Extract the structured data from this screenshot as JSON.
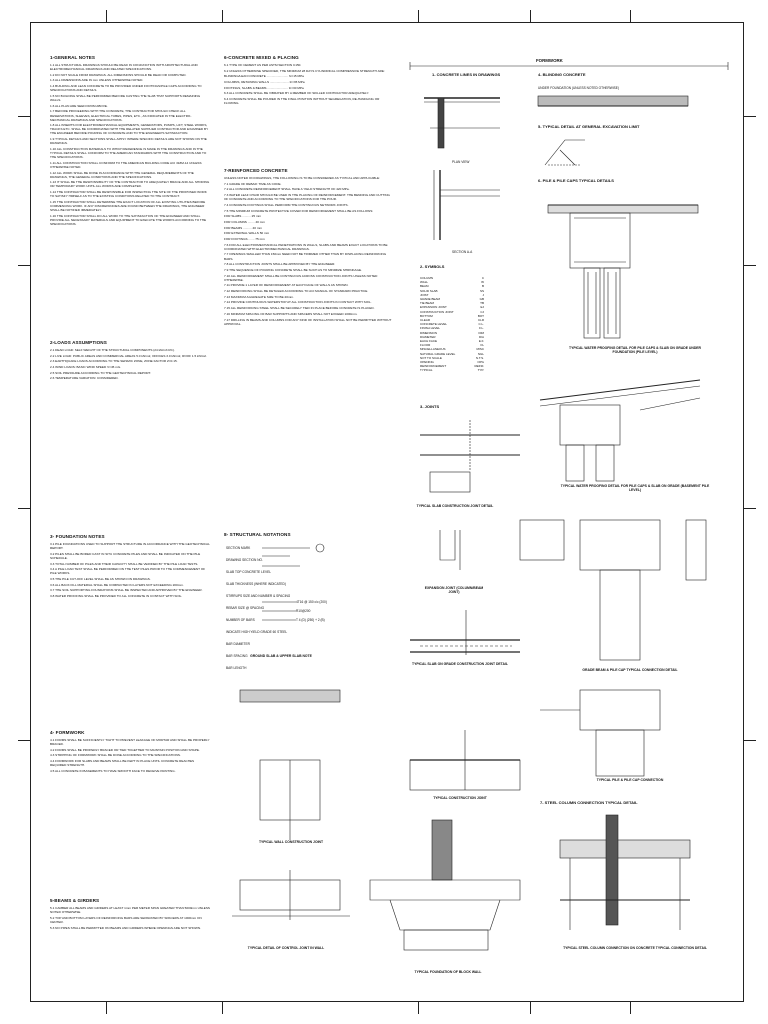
{
  "s1": {
    "title": "1-GENERAL NOTES",
    "lines": [
      "1.1 ALL STRUCTURAL DRAWINGS SHOULD BE READ IN CONJUNCTION WITH ARCHITECTURAL AND ELECTROMECHANICAL DRAWINGS AND RELATED SPECIFICATIONS.",
      "1.2 DO NOT SCALE FROM DRAWINGS. ALL DIMENSIONS SHOULD BE READ OR COMPUTED.",
      "1.3 ALL DIMENSIONS ARE IN mm UNLESS OTHERWISE NOTED.",
      "1.4 BUILDING AND LEAN CONCRETE TO BE PROVIDED UNDER FOOTINGS/PILE CAPS ACCORDING TO SPECIFICATIONS AND DETAILS.",
      "1.5 NO BUILDING SHALL BE PERFORMED BEFORE CASTING THE SLAB THAT SUPPORTS REMAINING WALLS.",
      "1.6 ALL PLAN ARE SEEN FROM ABOVE.",
      "1.7 BEFORE PROCEEDING WITH THE CONCRETE, THE CONTRACTOR SHOULD CHECK ALL RESERVATIONS, SLEEVES, ELECTRICAL TUBES, PIPES, ETC., AS INDICATED IN THE ELECTRO-MECHANICAL DRAWINGS AND SPECIFICATIONS.",
      "1.8 ALL INSERTS FOR ELECTROMECHANICAL EQUIPMENTS, GENERATORS, PUMPS, LIFT, STEEL WORKS, TRACKS ETC. SHALL BE COORDINATED WITH THE RELATED SUPPLIER CONTRACTOR AND EXAMINED BY THE ENGINEER BEFORE POURING OF CONCRETE AND TO THE ENGINEER'S SATISFACTION.",
      "1.9 TYPICAL DETAILS AND SECTIONS SHALL APPLY WHERE SPECIFIC DETAILS ARE NOT SHOWN ON THE DRAWINGS.",
      "1.10 ALL CONSTRUCTION MATERIALS TO WHICH REFERENCE IS MADE IN THE DRAWINGS AND IN THE TYPICAL DETAILS SHALL CONFORM TO THE AMERICAN STANDARDS WITH THE CONSTRUCTION AND TO THE SPECIFICATIONS.",
      "1.11 ALL CONSTRUCTION SHALL CONFORM TO THE AMERICAN BUILDING CODE ACI 318M-14 UNLESS OTHERWISE NOTED.",
      "1.12 ALL WORK SHALL BE DONE IN ACCORDANCE WITH THE GENERAL REQUIREMENTS OF THE DRAWINGS, THE GENERAL CONDITIONS AND THE SPECIFICATIONS.",
      "1.13 IT SHALL BE THE RESPONSIBILITY OF THE CONTRACTOR TO ADEQUATELY BRACE AND ALL SHORING OR TEMPORARY WORK UNTIL ALL WORKS ARE COMPLETED.",
      "1.14 THE CONTRACTOR SHALL BE RESPONSIBLE FOR INSPECTING THE SITE OF THE PROPOSED WORK TO SATISFY HIMSELF AS TO THE EXISTING CONDITIONS RELATED TO THE CONTRACT.",
      "1.15 THE CONTRACTOR SHALL DETERMINE THE EXACT LOCATION OF ALL EXISTING UTILITIES BEFORE COMMENCING WORK. IF ANY DISCREPANCIES ARE FOUND BETWEEN THE DRAWINGS, THE ENGINEER SHALL BE NOTIFIED IMMEDIATELY.",
      "1.16 THE CONTRACTOR SHALL DO ALL WORK TO THE SATISFACTION OF THE ENGINEER AND SHALL PROVIDE ALL NECESSARY MATERIALS AND EQUIPMENT TO EXECUTE THE WORKS ACCORDING TO THE SPECIFICATIONS."
    ]
  },
  "s2": {
    "title": "2-LOADS ASSUMPTIONS",
    "lines": [
      "2.1 DEAD LOAD: SELF WEIGHT OF THE STRUCTURAL COMPONENTS (24 kN/m3 RC).",
      "2.2 LIVE LOAD: PUBLIC AREAS AND COMMERCIAL AREAS 5.0 kN/m2, OFFICES 3.0 kN/m2, ROOF 1.5 kN/m2.",
      "2.3 EARTHQUAKE LOADS ACCORDING TO THE SEISMIC ZONE, ZONE FACTOR Z=0.15.",
      "2.4 WIND LOADS: BASIC WIND SPEED V=45 m/s.",
      "2.5 SOIL PRESSURE ACCORDING TO THE GEOTECHNICAL REPORT.",
      "2.6 TEMPERATURE VARIATION: CONSIDERED."
    ]
  },
  "s3": {
    "title": "3- FOUNDATION NOTES",
    "lines": [
      "3.1 PILE FOUNDATIONS USED TO SUPPORT THE STRUCTURE IN ACCORDANCE WITH THE GEOTECHNICAL REPORT.",
      "3.2 PILES SHALL BE BORED CAST IN SITU CONCRETE PILES AND SHALL BE INDICATED ON THE PILE SCHEDULE.",
      "3.3 TOTAL NUMBER OF PILES AND THEIR CAPACITY SHALL BE VERIFIED BY THE PILE LOAD TESTS.",
      "3.4 A PILE LOAD TEST SHALL BE PERFORMED ON THE TEST PILES PRIOR TO THE COMMENCEMENT OF PILE WORKS.",
      "3.5 THE PILE CUT-OFF LEVEL SHALL BE AS SHOWN ON DRAWINGS.",
      "3.6 ALL BACK FILL MATERIAL SHALL BE COMPACTED IN LAYERS NOT EXCEEDING 200mm.",
      "3.7 THE SOIL SUPPORTING FOUNDATIONS SHALL BE INSPECTED AND APPROVED BY THE ENGINEER.",
      "3.8 WATER PROOFING SHALL BE PROVIDED TO ALL CONCRETE IN CONTACT WITH SOIL."
    ]
  },
  "s4": {
    "title": "4- FORMWORK",
    "lines": [
      "4.1 FORMS SHALL BE SUFFICIENTLY TIGHT TO PREVENT LEAKAGE OF MORTAR AND SHALL BE PROPERLY BRACED.",
      "4.2 FORMS SHALL BE PROPERLY BRACED OR TIED TOGETHER TO MAINTAIN POSITION AND SHAPE.",
      "4.3 STRIPPING OF FORMWORK SHALL BE DONE ACCORDING TO THE SPECIFICATIONS.",
      "4.4 FORMWORK FOR SLABS AND BEAMS SHALL BE KEPT IN PLACE UNTIL CONCRETE REACHES REQUIRED STRENGTH.",
      "4.5 ALL CONCRETE IN BASEMENTS TO HAVE SMOOTH FACE TO RECEIVE PAINTING."
    ]
  },
  "s5": {
    "title": "5-BEAMS & GIRDERS",
    "lines": [
      "5.1 CAMBER ALL BEAMS AND GIRDERS AT LEAST 1mm PER METER SPAN GREATER THAN 5000mm UNLESS NOTED OTHERWISE.",
      "5.2 TOP AND BOTTOM LAYERS OF REINFORCING BARS ARE SEPARATED BY SPACERS AT 1000mm ON CENTER.",
      "5.3 NO PIPES SHALL BE PERMITTED ON BEAMS AND GIRDERS WHERE OPENINGS ARE NOT SHOWN."
    ]
  },
  "s6": {
    "title": "6-CONCRETE MIXED & PLACING",
    "lines": [
      "6.1 TYPE OF CEMENT AS PER ASTM SECTION C150.",
      "6.2 UNLESS OTHERWISE SPECIFIED, THE MINIMUM 28 DAYS CYLINDRICAL COMPRESSIVE STRENGTH ARE:",
      "BLINDING/LEAN CONCRETE ......................... fc=15 MPa",
      "COLUMNS, RETAINING WALLS ...................... fc=35 MPa",
      "FOOTINGS, SLABS & BEAMS ........................ fc=30 MPa",
      "6.3 ALL CONCRETE SHALL BE VIBRATED BY A MEMBER OF SKILLED CONTRACTOR ADEQUATELY.",
      "6.4 CONCRETE SHALL BE POURED IN THE FINAL POSITION WITHOUT SEGREGATION, RE-HANDLING OR FLOWING."
    ]
  },
  "s7": {
    "title": "7-REINFORCED CONCRETE",
    "lines": [
      "UNLESS NOTED ON DRAWINGS, THE FOLLOWING IS TO BE CONSIDERED AS TYPICAL AND APPLICABLE:",
      "7.1 GRADE OF REBAR: TIME AS CODE.",
      "7.2 ALL CONCRETE REINFORCEMENT SHALL HAVE A YIELD STRENGTH OF 420 MPa.",
      "7.3 WATER LEAF CHAIR SHOULD BE USED IN THE PLACING OF REINFORCEMENT. THE BENDING AND CUTTING OF CONCRETE AND ACCORDING TO THE SPECIFICATIONS FOR THE POUR.",
      "7.4 CONCRETE FOOTINGS SHALL PERFORM THE CONTINUOUS NETWORK JOINTS.",
      "7.5 THE MINIMUM CONCRETE PROTECTIVE COVER FOR REINFORCEMENT SHALL BE AS FOLLOWS:",
      "FOR SLABS .......... 25 mm",
      "FOR COLUMNS ........ 40 mm",
      "FOR BEAMS .......... 40 mm",
      "FOR EXTERNAL WALLS  50 mm",
      "FOR FOOTINGS ....... 75 mm",
      "7.6 FOR ALL ELECTROMECHANICAL PENETRATIONS IN WALLS, SLABS AND BEAMS EXACT LOCATIONS TO BE COORDINATED WITH ELECTROMECHANICAL DRAWINGS.",
      "7.7 OPENINGS SMALLER THAN 150mm NEED NOT BE TRIMMED OTHER THAN BY DISPLACING REINFORCING BARS.",
      "7.8 ALL CONSTRUCTION JOINTS SHALL BE APPROVED BY THE ENGINEER.",
      "7.9 THE SEQUENCE OF POURING CONCRETE SHALL BE SUCH AS TO MINIMIZE SHRINKAGE.",
      "7.10 ALL REINFORCEMENT SHALL BE CONTINUOUS ACROSS CONSTRUCTION JOINTS UNLESS NOTED OTHERWISE.",
      "7.11 PROVIDE 1 LAYER OF REINFORCEMENT AT EACH FACE OF WALLS AS SHOWN.",
      "7.12 REINFORCING SHALL BE DETAILED ACCORDING TO ACI MANUAL OF STANDARD PRACTICE.",
      "7.13 MAXIMUM AGGREGATE SIZE TO BE 20mm.",
      "7.14 PROVIDE CONTINUOUS WATERSTOP AT ALL CONSTRUCTION JOINTS IN CONTACT WITH SOIL.",
      "7.15 ALL REINFORCING STEEL SHALL BE SECURELY TIED IN PLACE BEFORE CONCRETE IS PLACED.",
      "7.16 MINIMUM SPACING OF BAR SUPPORTS AND SPACERS SHALL NOT EXCEED 1000mm.",
      "7.17 DRILLING IN BEAMS AND COLUMNS FOR ANY KIND OF INSTALLATION SHALL NOT BE PERMITTED WITHOUT APPROVAL."
    ]
  },
  "s8": {
    "title": "8- STRUCTURAL NOTATIONS",
    "rows": [
      "SECTION MARK",
      "DRAWING SECTION NO.",
      "SLAB TOP CONCRETE LEVEL",
      "SLAB THICKNESS (WHERE INDICATED)",
      "STIRRUPS SIZE AND NUMBER & SPACING",
      "REBAR SIZE @ SPACING",
      "NUMBER OF BARS",
      "INDICATE HIGH YIELD GRADE 60 STEEL",
      "BAR DIAMETER",
      "BAR SPACING",
      "BAR LENGTH"
    ],
    "samples": [
      "4T16 @ 150 c/c (200)",
      "R10@200",
      "T 4 (D) (250) + 2 (B)"
    ]
  },
  "formwork": {
    "title": "FORMWORK",
    "d1": "1- CONCRETE LINES IN DRAWINGS",
    "d1_plan": "PLAN VIEW",
    "d1_sec": "SECTION A-A",
    "d4": "4- BLINDING CONCRETE",
    "d4_note": "UNDER FOUNDATION (UNLESS NOTED OTHERWISE)",
    "d5": "5- TYPICAL DETAIL AT GENERAL EXCAVATION LIMIT",
    "d6": "6- PILE & PILE CAPS TYPICAL DETAILS",
    "d6_cap1": "TYPICAL WATER PROOFING DETAIL FOR PILE CAPS & SLAB ON GRADE UNDER FOUNDATION (PILE LEVEL)",
    "d6_cap2": "TYPICAL WATER PROOFING DETAIL FOR PILE CAPS & SLAB ON GRADE (BASEMENT PILE LEVEL)",
    "d7": "7- STEEL COLUMN CONNECTION TYPICAL DETAIL",
    "d7_cap": "TYPICAL STEEL COLUMN CONNECTION ON CONCRETE TYPICAL CONNECTION DETAIL"
  },
  "symbols": {
    "title": "2- SYMBOLS",
    "items": [
      [
        "COLUMN",
        "C"
      ],
      [
        "WALL",
        "W"
      ],
      [
        "BEAM",
        "B"
      ],
      [
        "SOLID SLAB",
        "SS"
      ],
      [
        "JOIST",
        "J"
      ],
      [
        "GRADE BEAM",
        "GB"
      ],
      [
        "TIE BEAM",
        "TB"
      ],
      [
        "EXPANSION JOINT",
        "EJ"
      ],
      [
        "CONSTRUCTION JOINT",
        "CJ"
      ],
      [
        "BOTTOM",
        "BOT"
      ],
      [
        "CLEAR",
        "CLR"
      ],
      [
        "CONCRETE LEVEL",
        "C.L."
      ],
      [
        "FINISH LEVEL",
        "F.L."
      ],
      [
        "DIMENSION",
        "DIM"
      ],
      [
        "DIAMETER",
        "DIA"
      ],
      [
        "EACH FACE",
        "E.F."
      ],
      [
        "FLOOR",
        "FL"
      ],
      [
        "MISCELLANEOUS",
        "MISC"
      ],
      [
        "NATURAL GRADE LEVEL",
        "NGL"
      ],
      [
        "NOT TO SCALE",
        "N.T.S."
      ],
      [
        "OPENING",
        "OPG"
      ],
      [
        "REINFORCEMENT",
        "REINF."
      ],
      [
        "TYPICAL",
        "TYP."
      ]
    ]
  },
  "joints": {
    "title": "3- JOINTS",
    "cap1": "TYPICAL SLAB CONSTRUCTION JOINT DETAIL",
    "cap2": "TYPICAL SLAB ON GRADE CONSTRUCTION JOINT DETAIL",
    "cap3": "TYPICAL CONSTRUCTION JOINT",
    "cap4": "TYPICAL WALL CONSTRUCTION JOINT",
    "cap5": "TYPICAL DETAIL OF CONTROL JOINT IN WALL",
    "cap6": "TYPICAL FOUNDATION OF BLOCK WALL",
    "cap7": "GROUND SLAB & UPPER SLAB NOTE",
    "cap8": "GRADE BEAM & PILE CAP TYPICAL CONNECTION DETAIL",
    "cap9": "TYPICAL PILE & PILE CAP CONNECTION",
    "cap10": "EXPANSION JOINT (COLUMN/BEAM JOINT)"
  }
}
